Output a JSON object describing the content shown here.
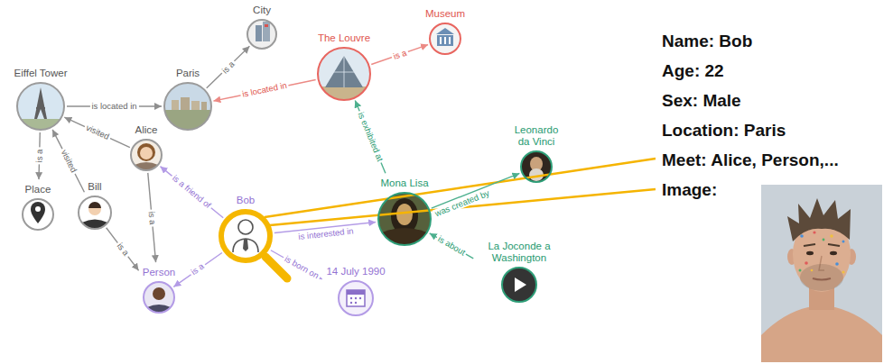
{
  "diagram": {
    "nodes": [
      {
        "text": [
          "Eiffel Tower"
        ]
      },
      {
        "text": [
          "City"
        ]
      },
      {
        "text": [
          "Paris"
        ]
      },
      {
        "text": [
          "The Louvre"
        ]
      },
      {
        "text": [
          "Museum"
        ]
      },
      {
        "text": [
          "Alice"
        ]
      },
      {
        "text": [
          "Leonardo da Vinci"
        ]
      },
      {
        "text": [
          "Mona Lisa"
        ]
      },
      {
        "text": [
          "Place"
        ]
      },
      {
        "text": [
          "Bill"
        ]
      },
      {
        "text": [
          "Bob"
        ]
      },
      {
        "text": [
          "La Joconde a Washington"
        ]
      },
      {
        "text": [
          "Person"
        ]
      },
      {
        "text": [
          "14 July 1990"
        ]
      }
    ],
    "edges": [
      {
        "from": 0,
        "to": 2,
        "label": "is located in",
        "arrow": "to"
      },
      {
        "from": 2,
        "to": 1,
        "label": "is a",
        "arrow": "to"
      },
      {
        "from": 3,
        "to": 2,
        "label": "is located in",
        "arrow": "to"
      },
      {
        "from": 3,
        "to": 4,
        "label": "is a",
        "arrow": "to"
      },
      {
        "from": 5,
        "to": 0,
        "label": "visited",
        "arrow": "to"
      },
      {
        "from": 9,
        "to": 0,
        "label": "visited",
        "arrow": "to"
      },
      {
        "from": 0,
        "to": 8,
        "label": "is a",
        "arrow": "to"
      },
      {
        "from": 5,
        "to": 12,
        "label": "is a",
        "arrow": "to"
      },
      {
        "from": 9,
        "to": 12,
        "label": "is a",
        "arrow": "to"
      },
      {
        "from": 10,
        "to": 5,
        "label": "is a friend of",
        "arrow": "to"
      },
      {
        "from": 10,
        "to": 12,
        "label": "is a",
        "arrow": "to"
      },
      {
        "from": 10,
        "to": 7,
        "label": "is interested in",
        "arrow": "to"
      },
      {
        "from": 10,
        "to": 13,
        "label": "is born on",
        "arrow": "to"
      },
      {
        "from": 7,
        "to": 3,
        "label": "is exhibited at",
        "arrow": "to"
      },
      {
        "from": 7,
        "to": 6,
        "label": "was created by",
        "arrow": "to"
      },
      {
        "from": 11,
        "to": 7,
        "label": "is about",
        "arrow": "to"
      }
    ],
    "labels": [
      "Name: Bob",
      "Age: 22",
      "Sex: Male",
      "Location: Paris",
      "Meet: Alice, Person,...",
      "Image:"
    ]
  }
}
